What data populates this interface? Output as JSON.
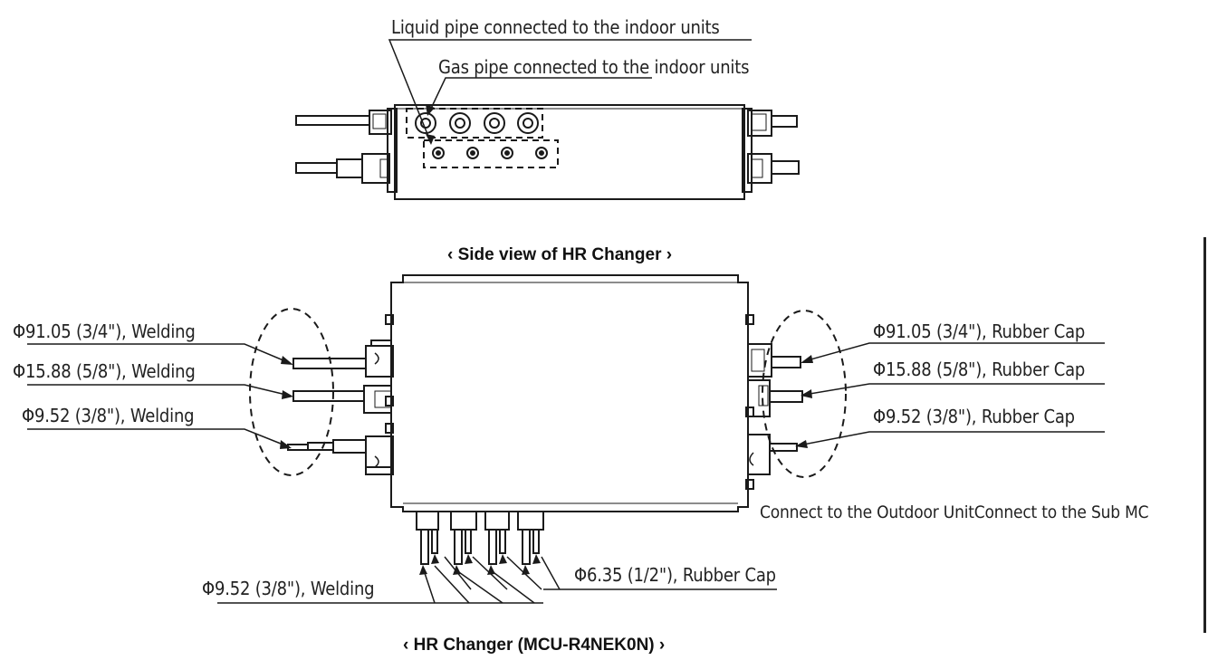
{
  "top_view": {
    "liquid_label": "Liquid pipe connected to the indoor units",
    "gas_label": "Gas pipe connected to the indoor units",
    "caption": "‹ Side view of HR Changer ›"
  },
  "main_view": {
    "left_labels": [
      "Φ91.05 (3/4\"), Welding",
      "Φ15.88 (5/8\"), Welding",
      "Φ9.52 (3/8\"), Welding"
    ],
    "right_labels": [
      "Φ91.05 (3/4\"), Rubber Cap",
      "Φ15.88 (5/8\"), Rubber Cap",
      "Φ9.52 (3/8\"), Rubber Cap"
    ],
    "connect_label": "Connect to the Outdoor UnitConnect to the Sub MC",
    "bottom_left_label": "Φ9.52 (3/8\"), Welding",
    "bottom_right_label": "Φ6.35 (1/2\"), Rubber Cap",
    "caption": "‹ HR Changer (MCU-R4NEK0N) ›"
  }
}
